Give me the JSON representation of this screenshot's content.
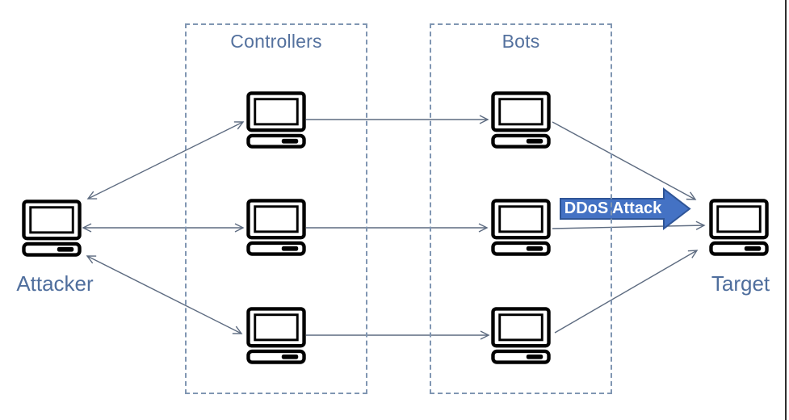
{
  "diagram": {
    "type": "ddos-botnet-attack-diagram",
    "nodes": {
      "attacker": {
        "label": "Attacker"
      },
      "target": {
        "label": "Target"
      }
    },
    "groups": {
      "controllers": {
        "label": "Controllers",
        "node_count": 3
      },
      "bots": {
        "label": "Bots",
        "node_count": 3
      }
    },
    "attack": {
      "label": "DDoS Attack"
    },
    "edges": [
      {
        "from": "attacker",
        "to": "controller-1",
        "direction": "bidirectional"
      },
      {
        "from": "attacker",
        "to": "controller-2",
        "direction": "bidirectional"
      },
      {
        "from": "attacker",
        "to": "controller-3",
        "direction": "bidirectional"
      },
      {
        "from": "controller-1",
        "to": "bot-1",
        "direction": "one-way"
      },
      {
        "from": "controller-2",
        "to": "bot-2",
        "direction": "one-way"
      },
      {
        "from": "controller-3",
        "to": "bot-3",
        "direction": "one-way"
      },
      {
        "from": "bot-1",
        "to": "target",
        "direction": "one-way"
      },
      {
        "from": "bot-2",
        "to": "target",
        "direction": "one-way"
      },
      {
        "from": "bot-3",
        "to": "target",
        "direction": "one-way"
      }
    ],
    "colors": {
      "label_text": "#54719e",
      "node_label_text": "#4f6e9d",
      "dashed_box_border": "#8096b2",
      "connector_line": "#5d6b80",
      "attack_arrow_fill": "#4472c4",
      "attack_arrow_border": "#2f5597",
      "attack_arrow_text": "#ffffff",
      "computer_icon": "#000000"
    }
  }
}
